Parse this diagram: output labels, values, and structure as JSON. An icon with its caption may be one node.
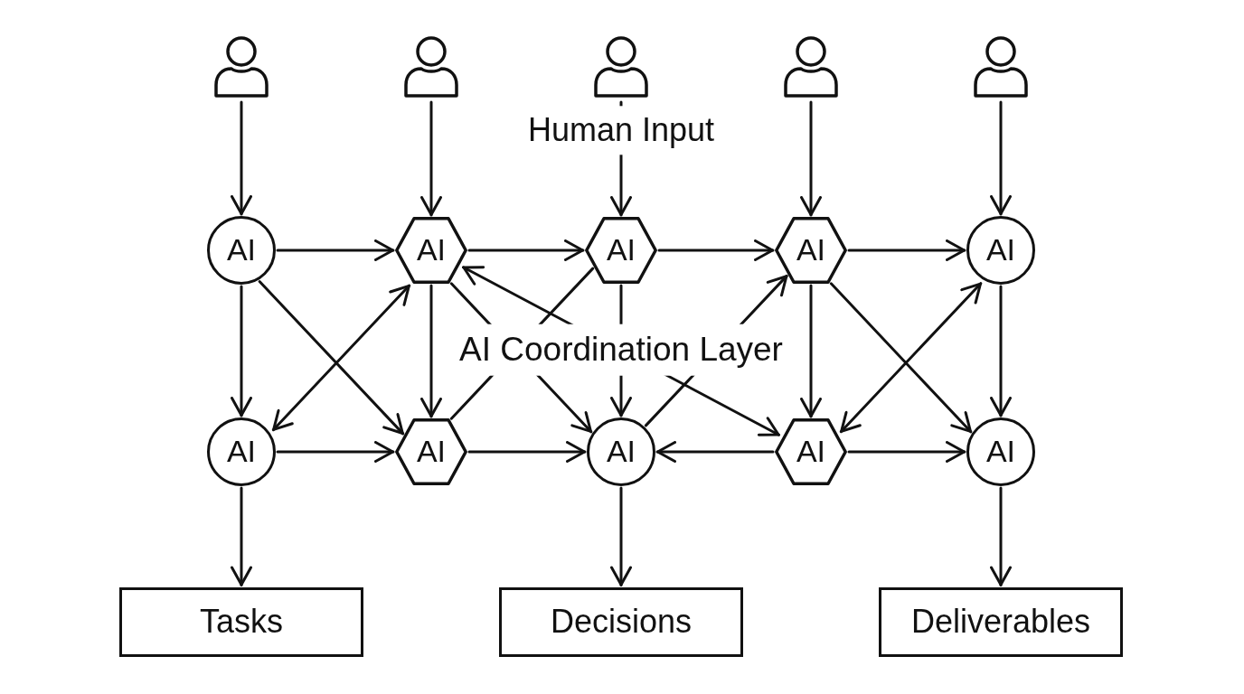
{
  "diagram": {
    "nodes": [
      {
        "text": [],
        "shape": "person"
      },
      {
        "text": [],
        "shape": "person"
      },
      {
        "text": [],
        "shape": "person"
      },
      {
        "text": [],
        "shape": "person"
      },
      {
        "text": [],
        "shape": "person"
      },
      {
        "text": [
          "AI"
        ]
      },
      {
        "text": [
          "AI"
        ]
      },
      {
        "text": [
          "AI"
        ]
      },
      {
        "text": [
          "AI"
        ]
      },
      {
        "text": [
          "AI"
        ]
      },
      {
        "text": [
          "AI"
        ]
      },
      {
        "text": [
          "AI"
        ]
      },
      {
        "text": [
          "AI"
        ]
      },
      {
        "text": [
          "AI"
        ]
      },
      {
        "text": [
          "AI"
        ]
      },
      {
        "text": [
          "Tasks"
        ]
      },
      {
        "text": [
          "Decisions"
        ]
      },
      {
        "text": [
          "Deliverables"
        ]
      }
    ],
    "edges": [
      {
        "from": 0,
        "to": 5,
        "arrow": "to"
      },
      {
        "from": 1,
        "to": 6,
        "arrow": "to"
      },
      {
        "from": 2,
        "to": 7,
        "arrow": "to",
        "label": "Human Input"
      },
      {
        "from": 3,
        "to": 8,
        "arrow": "to"
      },
      {
        "from": 4,
        "to": 9,
        "arrow": "to"
      },
      {
        "from": 5,
        "to": 6,
        "arrow": "to"
      },
      {
        "from": 6,
        "to": 7,
        "arrow": "to"
      },
      {
        "from": 7,
        "to": 8,
        "arrow": "to"
      },
      {
        "from": 8,
        "to": 9,
        "arrow": "to"
      },
      {
        "from": 5,
        "to": 10,
        "arrow": "to"
      },
      {
        "from": 5,
        "to": 11,
        "arrow": "to"
      },
      {
        "from": 10,
        "to": 6,
        "arrow": "both"
      },
      {
        "from": 6,
        "to": 11,
        "arrow": "to"
      },
      {
        "from": 6,
        "to": 12,
        "arrow": "to"
      },
      {
        "from": 6,
        "to": 13,
        "arrow": "both"
      },
      {
        "from": 7,
        "to": 11,
        "arrow": "none"
      },
      {
        "from": 7,
        "to": 12,
        "arrow": "to"
      },
      {
        "from": 12,
        "to": 8,
        "arrow": "to"
      },
      {
        "from": 8,
        "to": 13,
        "arrow": "to"
      },
      {
        "from": 8,
        "to": 14,
        "arrow": "to"
      },
      {
        "from": 13,
        "to": 9,
        "arrow": "both"
      },
      {
        "from": 9,
        "to": 14,
        "arrow": "to"
      },
      {
        "from": 10,
        "to": 11,
        "arrow": "to"
      },
      {
        "from": 11,
        "to": 12,
        "arrow": "to"
      },
      {
        "from": 13,
        "to": 12,
        "arrow": "to"
      },
      {
        "from": 13,
        "to": 14,
        "arrow": "to"
      },
      {
        "from": 10,
        "to": 15,
        "arrow": "to"
      },
      {
        "from": 12,
        "to": 16,
        "arrow": "to"
      },
      {
        "from": 14,
        "to": 17,
        "arrow": "to"
      }
    ],
    "labels": [
      "AI Coordination Layer"
    ]
  }
}
